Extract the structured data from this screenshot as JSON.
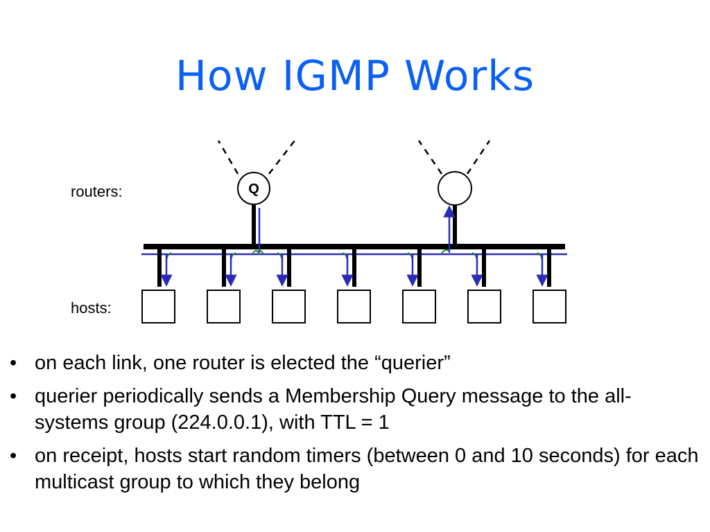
{
  "slide": {
    "title": "How IGMP Works"
  },
  "diagram": {
    "routers_label": "routers:",
    "hosts_label": "hosts:",
    "querier_label": "Q",
    "router_count": 2,
    "host_count": 7,
    "colors": {
      "title": "#0a5ff5",
      "lines": "#000000",
      "query_arrows": "#2b2bb8",
      "report_marks": "#1f8a1f"
    }
  },
  "bullets": [
    {
      "marker": "•",
      "text": "on each link, one router is elected the “querier”"
    },
    {
      "marker": "•",
      "text": "querier periodically sends a Membership Query message to the all-systems group (224.0.0.1), with TTL = 1"
    },
    {
      "marker": "•",
      "text": "on receipt, hosts start random timers (between 0 and 10 seconds) for each multicast group to which they belong"
    }
  ]
}
